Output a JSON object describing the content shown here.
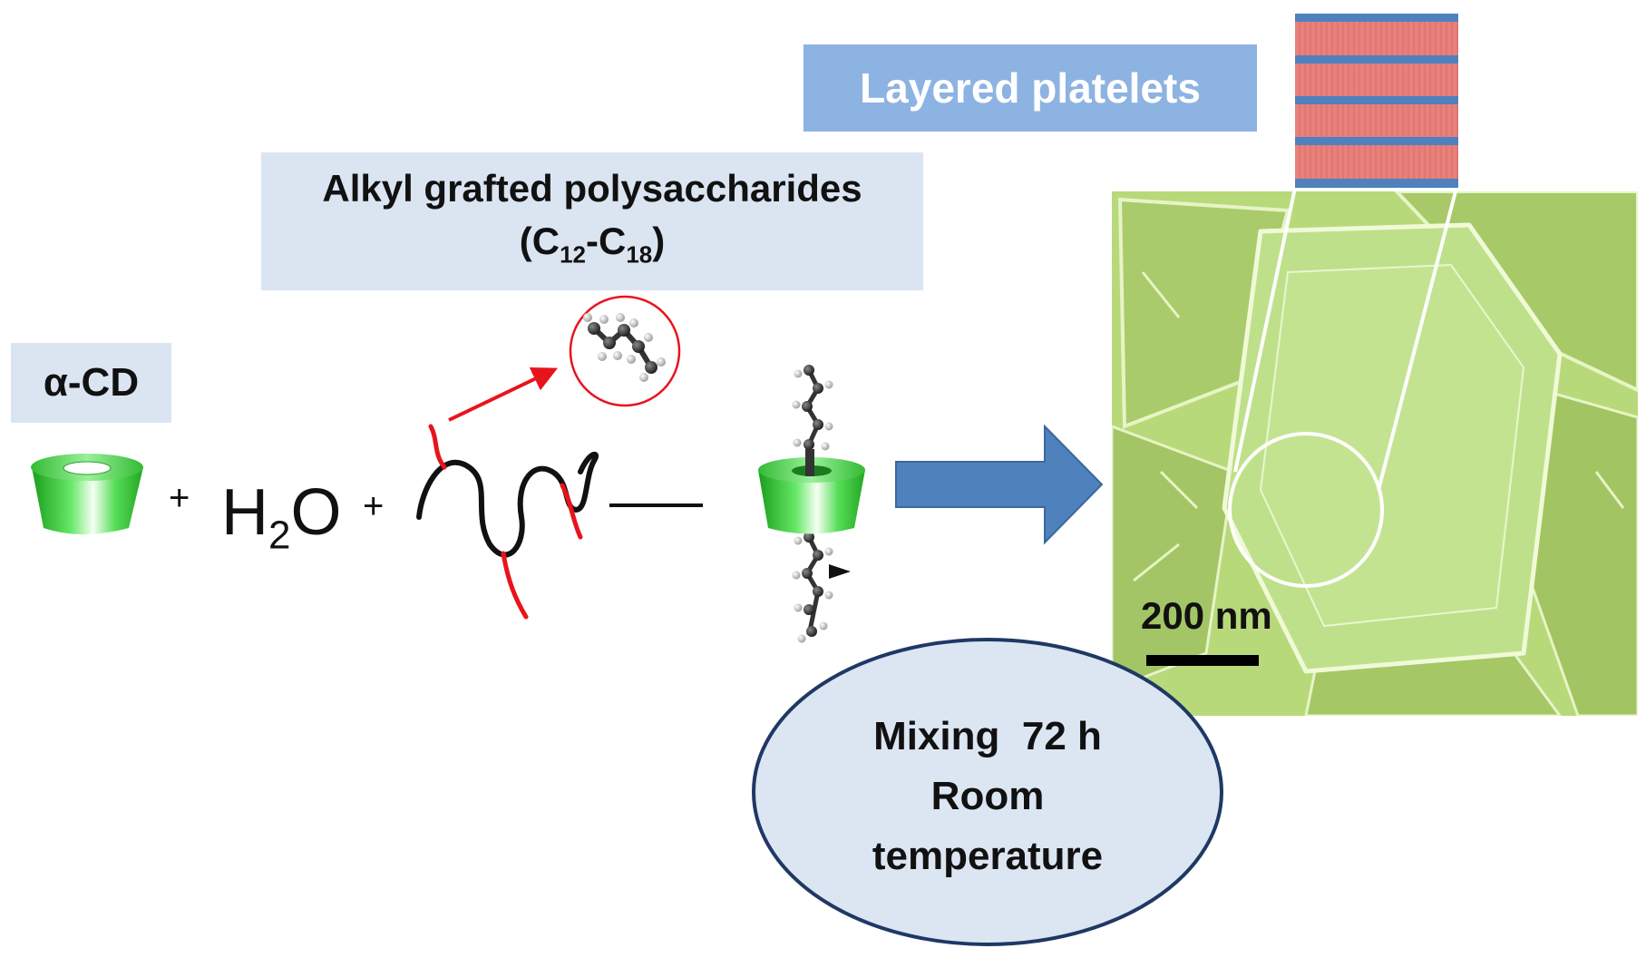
{
  "labels": {
    "alpha_cd": "α-CD",
    "alkyl_title": "Alkyl grafted polysaccharides",
    "alkyl_paren_open": "(C",
    "alkyl_sub1": "12",
    "alkyl_dash": "-C",
    "alkyl_sub2": "18",
    "alkyl_paren_close": ")",
    "layered": "Layered platelets",
    "plus": "+",
    "water_h": "H",
    "water_sub": "2",
    "water_o": "O",
    "scale_bar": "200 nm"
  },
  "conditions": {
    "line1": "Mixing  72 h",
    "line2": "Room",
    "line3": "temperature"
  },
  "colors": {
    "label_box_light": "#dbe5f1",
    "label_box_blue": "#8db3e2",
    "cd_green": "#33cc33",
    "alkyl_red": "#e8141b",
    "arrow_blue": "#4f81bd",
    "sem_green": "#b8d97a",
    "stripe_red": "#e8807c",
    "stripe_blue": "#4f81bd",
    "ellipse_fill": "#dce6f2",
    "ellipse_stroke": "#1f3864"
  }
}
